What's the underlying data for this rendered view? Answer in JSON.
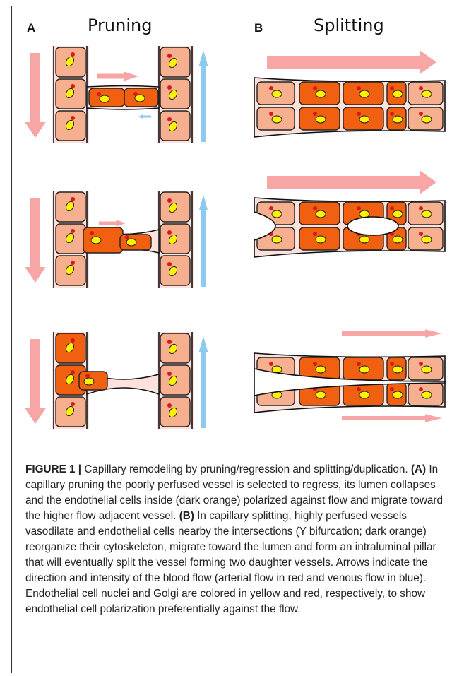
{
  "panels": [
    {
      "letter": "A",
      "title": "Pruning"
    },
    {
      "letter": "B",
      "title": "Splitting"
    }
  ],
  "colors": {
    "cell_light": "#f6b08f",
    "cell_dark": "#f06010",
    "nucleus": "#fff200",
    "golgi": "#d7191c",
    "lumen": "#fde1dc",
    "arterial_arrow": "#f8a5a5",
    "venous_arrow": "#8ec9f0"
  },
  "caption": {
    "label": "FIGURE 1 |",
    "intro": " Capillary remodeling by pruning/regression and splitting/duplication. ",
    "ref_a": "(A)",
    "text_a": " In capillary pruning the poorly perfused vessel is selected to regress, its lumen collapses and the endothelial cells inside (dark orange) polarized against flow and migrate toward the higher flow adjacent vessel. ",
    "ref_b": "(B)",
    "text_b": " In capillary splitting, highly perfused vessels vasodilate and endothelial cells nearby the intersections (Y bifurcation; dark orange) reorganize their cytoskeleton, migrate toward the lumen and form an intraluminal pillar that will eventually split the vessel forming two daughter vessels. Arrows indicate the direction and intensity of the blood flow (arterial flow in red and venous flow in blue). Endothelial cell nuclei and Golgi are colored in yellow and red, respectively, to show endothelial cell polarization preferentially against the flow."
  }
}
